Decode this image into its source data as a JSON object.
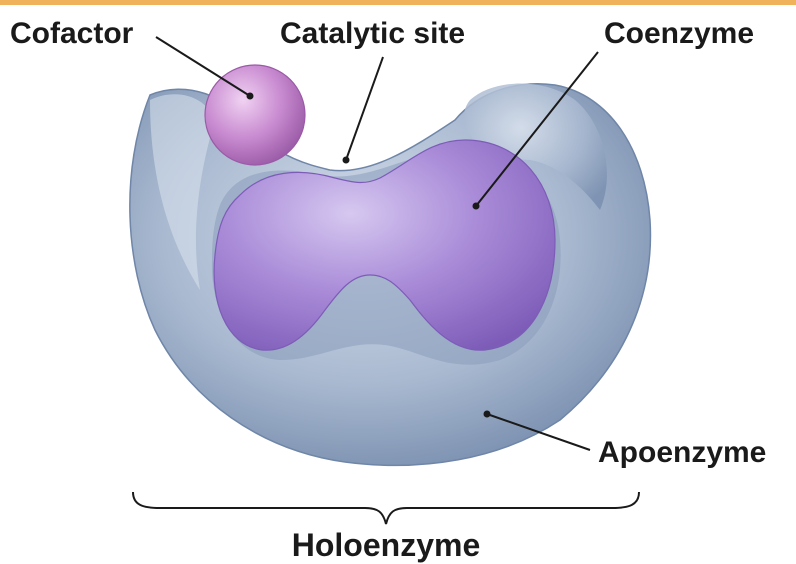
{
  "labels": {
    "cofactor": "Cofactor",
    "catalytic_site": "Catalytic site",
    "coenzyme": "Coenzyme",
    "apoenzyme": "Apoenzyme",
    "holoenzyme": "Holoenzyme"
  },
  "colors": {
    "top_rule": "#f0b25a",
    "apoenzyme": "#9fb1c9",
    "apoenzyme_shadow": "#6f86a8",
    "coenzyme": "#a98bd8",
    "coenzyme_shadow": "#7d5cb8",
    "cofactor": "#c88ad0",
    "cofactor_shadow": "#9a5aa6"
  }
}
